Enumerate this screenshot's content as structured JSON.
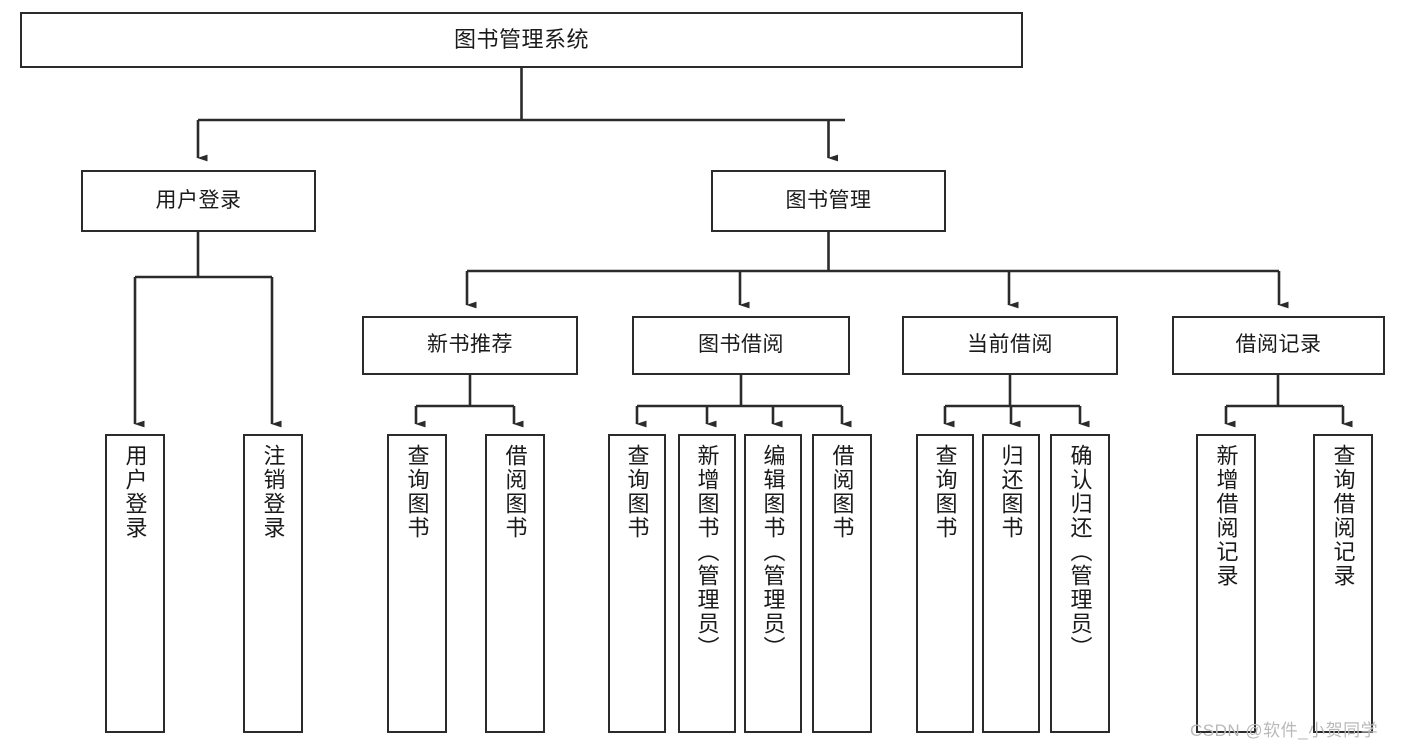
{
  "diagram": {
    "type": "tree-hierarchy",
    "title": "图书管理系统",
    "root": {
      "id": "root",
      "label": "图书管理系统"
    },
    "level1": [
      {
        "id": "user-login",
        "label": "用户登录"
      },
      {
        "id": "book-manage",
        "label": "图书管理"
      }
    ],
    "level2": [
      {
        "id": "new-book-rec",
        "label": "新书推荐",
        "parent": "book-manage"
      },
      {
        "id": "book-borrow",
        "label": "图书借阅",
        "parent": "book-manage"
      },
      {
        "id": "current-borrow",
        "label": "当前借阅",
        "parent": "book-manage"
      },
      {
        "id": "borrow-record",
        "label": "借阅记录",
        "parent": "book-manage"
      }
    ],
    "leaves": [
      {
        "id": "leaf-user-login",
        "label": "用户登录",
        "parent": "user-login"
      },
      {
        "id": "leaf-logout",
        "label": "注销登录",
        "parent": "user-login"
      },
      {
        "id": "leaf-query-book-1",
        "label": "查询图书",
        "parent": "new-book-rec"
      },
      {
        "id": "leaf-borrow-book-1",
        "label": "借阅图书",
        "parent": "new-book-rec"
      },
      {
        "id": "leaf-query-book-2",
        "label": "查询图书",
        "parent": "book-borrow"
      },
      {
        "id": "leaf-add-book",
        "label": "新增图书（管理员）",
        "parent": "book-borrow"
      },
      {
        "id": "leaf-edit-book",
        "label": "编辑图书（管理员）",
        "parent": "book-borrow"
      },
      {
        "id": "leaf-borrow-book-2",
        "label": "借阅图书",
        "parent": "book-borrow"
      },
      {
        "id": "leaf-query-book-3",
        "label": "查询图书",
        "parent": "current-borrow"
      },
      {
        "id": "leaf-return-book",
        "label": "归还图书",
        "parent": "current-borrow"
      },
      {
        "id": "leaf-confirm-return",
        "label": "确认归还（管理员）",
        "parent": "current-borrow"
      },
      {
        "id": "leaf-add-record",
        "label": "新增借阅记录",
        "parent": "borrow-record"
      },
      {
        "id": "leaf-query-record",
        "label": "查询借阅记录",
        "parent": "borrow-record"
      }
    ],
    "colors": {
      "node_border": "#2b2b2b",
      "node_fill": "#ffffff",
      "edge": "#2b2b2b",
      "text": "#1a1a1a",
      "watermark": "#b9b9b9",
      "background": "#ffffff"
    }
  },
  "watermark": {
    "text": "CSDN @软件_小贺同学"
  }
}
